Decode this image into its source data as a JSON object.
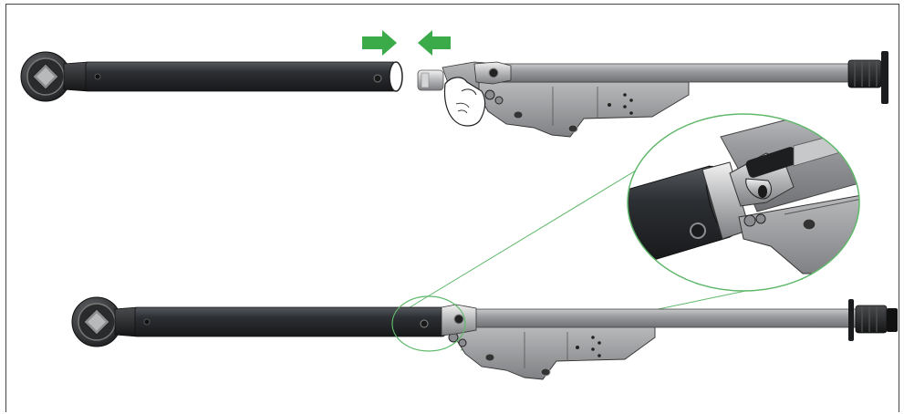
{
  "diagram": {
    "steps": [
      {
        "id": "separated",
        "description": ""
      },
      {
        "id": "assembled",
        "description": ""
      }
    ],
    "colors": {
      "arrow": "#3bab49",
      "callout": "#5fb86a",
      "tube_dark": "#2c2f33",
      "tube_grey": "#8f9194",
      "frame": "#444444"
    },
    "icons": [
      "push-arrow-right-icon",
      "push-arrow-left-icon",
      "magnifier-callout"
    ]
  }
}
